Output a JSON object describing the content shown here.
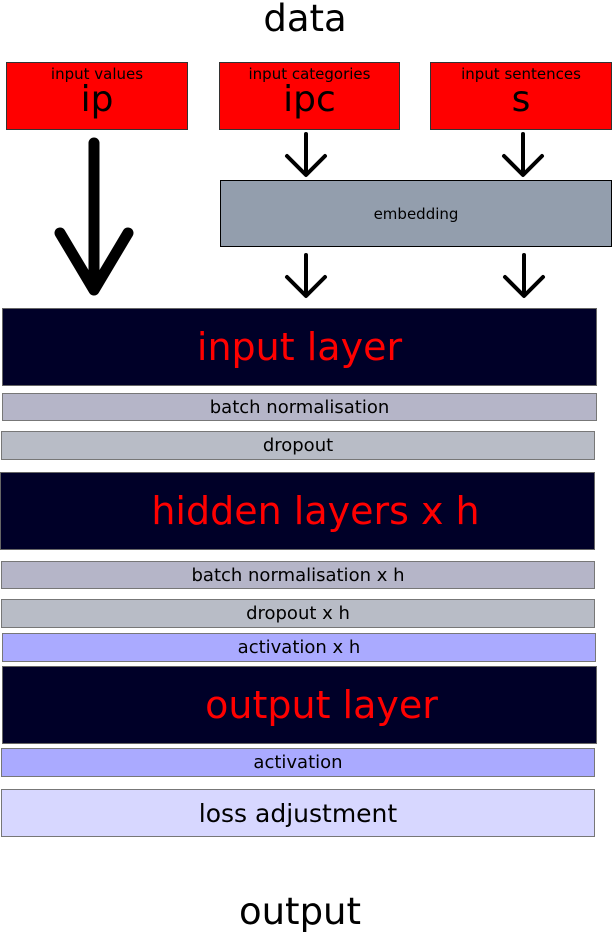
{
  "header": {
    "title": "data"
  },
  "inputs": [
    {
      "caption": "input values",
      "symbol": "ip"
    },
    {
      "caption": "input categories",
      "symbol": "ipc"
    },
    {
      "caption": "input sentences",
      "symbol": "s"
    }
  ],
  "embedding": {
    "label": "embedding"
  },
  "input_layer": {
    "label": "input layer"
  },
  "batch_norm_1": {
    "label": "batch normalisation"
  },
  "dropout_1": {
    "label": "dropout"
  },
  "hidden_layers": {
    "label": "hidden layers x h"
  },
  "batch_norm_h": {
    "label": "batch normalisation x h"
  },
  "dropout_h": {
    "label": "dropout x h"
  },
  "activation_h": {
    "label": "activation x h"
  },
  "output_layer": {
    "label": "output layer"
  },
  "activation_out": {
    "label": "activation"
  },
  "loss": {
    "label": "loss adjustment"
  },
  "footer": {
    "title": "output"
  },
  "colors": {
    "input_box": "#ff0000",
    "embedding": "#939ead",
    "dark_layer": "#000028",
    "layer_text": "#ff0000",
    "batch_norm": "#b5b5c8",
    "dropout": "#b8bcc6",
    "activation": "#aaaaff",
    "loss": "#d7d7ff"
  }
}
